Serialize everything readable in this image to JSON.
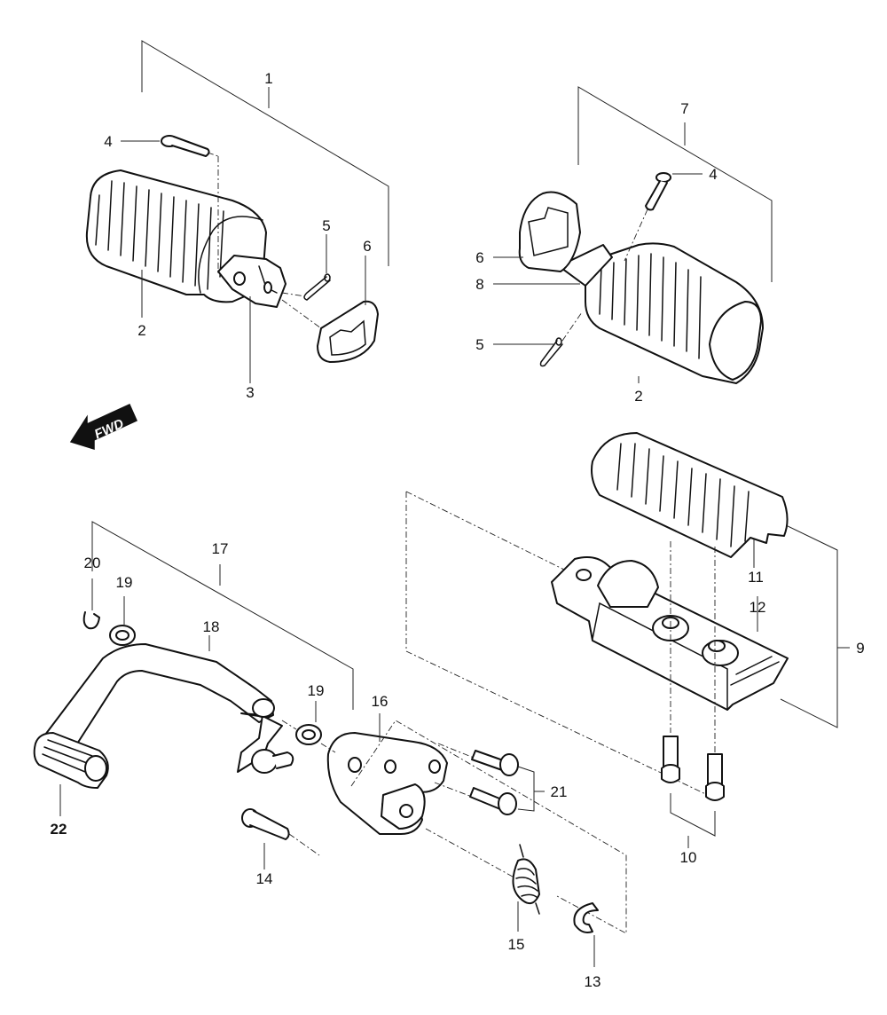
{
  "fwd_label": "FWD",
  "callouts": {
    "c1": "1",
    "c2a": "2",
    "c2b": "2",
    "c3": "3",
    "c4a": "4",
    "c4b": "4",
    "c5a": "5",
    "c5b": "5",
    "c6a": "6",
    "c6b": "6",
    "c7": "7",
    "c8": "8",
    "c9": "9",
    "c10": "10",
    "c11": "11",
    "c12": "12",
    "c13": "13",
    "c14": "14",
    "c15": "15",
    "c16": "16",
    "c17": "17",
    "c18": "18",
    "c19a": "19",
    "c19b": "19",
    "c20": "20",
    "c21": "21",
    "c22": "22"
  }
}
